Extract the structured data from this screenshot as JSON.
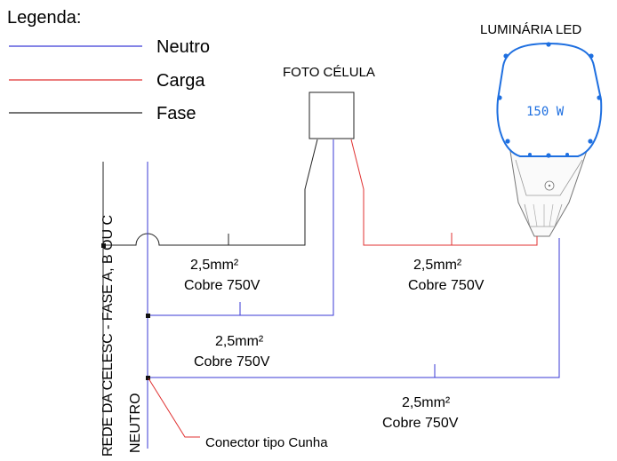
{
  "legend": {
    "title": "Legenda:",
    "items": [
      {
        "label": "Neutro",
        "color": "#3a3ad6"
      },
      {
        "label": "Carga",
        "color": "#e03030"
      },
      {
        "label": "Fase",
        "color": "#222222"
      }
    ]
  },
  "photocell": {
    "label": "FOTO CÉLULA"
  },
  "luminaire": {
    "label": "LUMINÁRIA LED",
    "power": "150 W",
    "color": "#1e6fe0"
  },
  "rede": {
    "label": "REDE DA CELESC  - FASE A, B OU C"
  },
  "neutro": {
    "label": "NEUTRO"
  },
  "cables": [
    {
      "size": "2,5mm²",
      "spec": "Cobre 750V"
    },
    {
      "size": "2,5mm²",
      "spec": "Cobre 750V"
    },
    {
      "size": "2,5mm²",
      "spec": "Cobre 750V"
    },
    {
      "size": "2,5mm²",
      "spec": "Cobre 750V"
    }
  ],
  "connector": {
    "label": "Conector tipo Cunha"
  }
}
